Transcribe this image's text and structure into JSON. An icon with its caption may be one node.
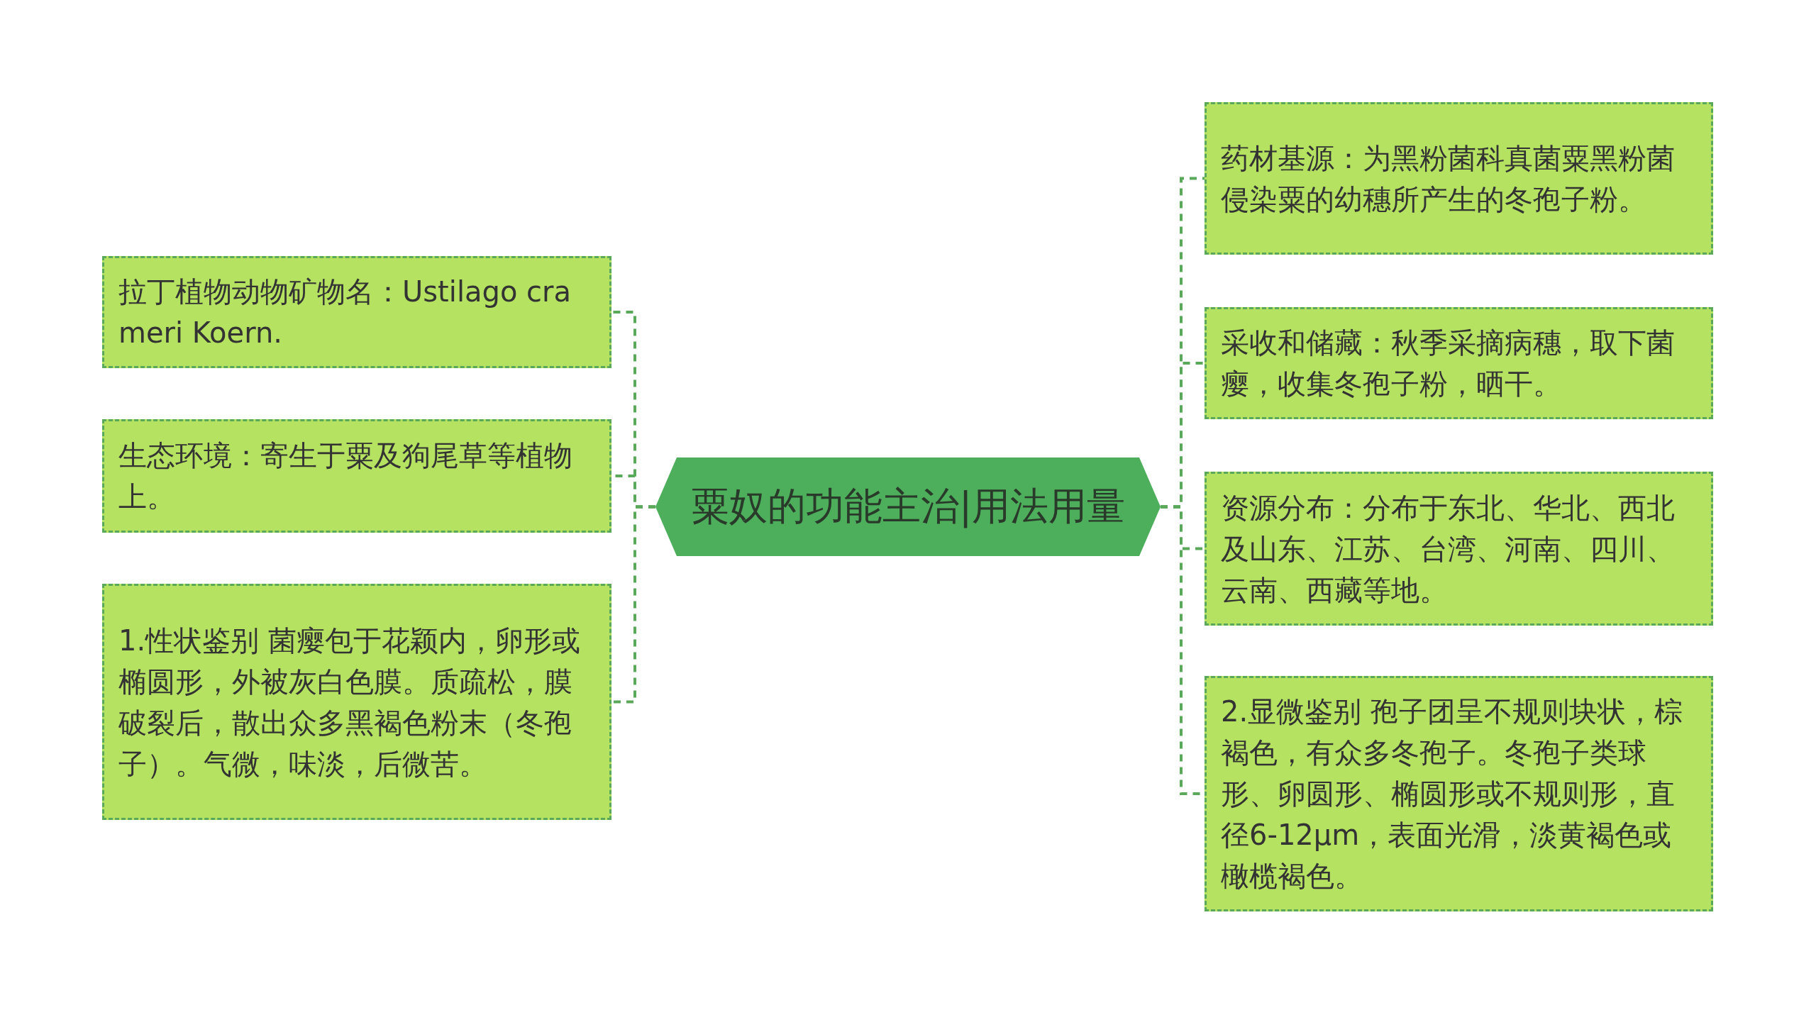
{
  "diagram": {
    "nodes": [
      {
        "text": [
          "粟奴的功能主治|用法用量"
        ]
      },
      {
        "text": [
          "拉丁植物动物矿物名：Ustilago crameri Koern."
        ]
      },
      {
        "text": [
          "生态环境：寄生于粟及狗尾草等植物上。"
        ]
      },
      {
        "text": [
          "1.性状鉴别 菌瘿包于花颖内，卵形或椭圆形，外被灰白色膜。质疏松，膜破裂后，散出众多黑褐色粉末（冬孢子）。气微，味淡，后微苦。"
        ]
      },
      {
        "text": [
          "药材基源：为黑粉菌科真菌粟黑粉菌侵染粟的幼穗所产生的冬孢子粉。"
        ]
      },
      {
        "text": [
          "采收和储藏：秋季采摘病穗，取下菌瘿，收集冬孢子粉，晒干。"
        ]
      },
      {
        "text": [
          "资源分布：分布于东北、华北、西北及山东、江苏、台湾、河南、四川、云南、西藏等地。"
        ]
      },
      {
        "text": [
          "2.显微鉴别 孢子团呈不规则块状，棕褐色，有众多冬孢子。冬孢子类球形、卵圆形、椭圆形或不规则形，直径6-12μm，表面光滑，淡黄褐色或橄榄褐色。"
        ]
      }
    ],
    "edges": [
      {
        "from": 0,
        "to": 1,
        "arrow": "none",
        "style": "dashed"
      },
      {
        "from": 0,
        "to": 2,
        "arrow": "none",
        "style": "dashed"
      },
      {
        "from": 0,
        "to": 3,
        "arrow": "none",
        "style": "dashed"
      },
      {
        "from": 0,
        "to": 4,
        "arrow": "none",
        "style": "dashed"
      },
      {
        "from": 0,
        "to": 5,
        "arrow": "none",
        "style": "dashed"
      },
      {
        "from": 0,
        "to": 6,
        "arrow": "none",
        "style": "dashed"
      },
      {
        "from": 0,
        "to": 7,
        "arrow": "none",
        "style": "dashed"
      }
    ]
  }
}
